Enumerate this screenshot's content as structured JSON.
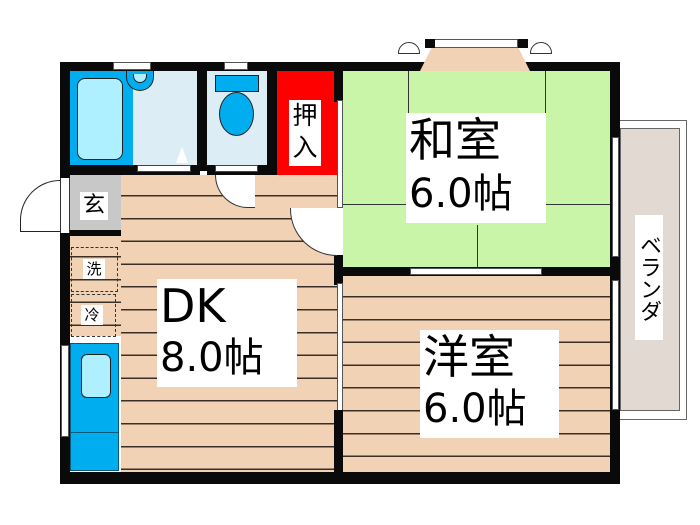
{
  "floorplan": {
    "rooms": {
      "washitsu": {
        "name": "和室",
        "size": "6.0帖"
      },
      "yoshitsu": {
        "name": "洋室",
        "size": "6.0帖"
      },
      "dk": {
        "name": "DK",
        "size": "8.0帖"
      },
      "closet": {
        "line1": "押",
        "line2": "入"
      },
      "genkan": {
        "label": "玄"
      },
      "veranda": {
        "label": "ベランダ"
      },
      "washer": {
        "label": "洗"
      },
      "fridge": {
        "label": "冷"
      }
    },
    "colors": {
      "wall": "#0a0a0a",
      "tatami": "#c8f5a8",
      "flooring": "#f2d2b4",
      "closet": "#ff0000",
      "bath_blue": "#00aeef",
      "bath_light": "#aef0ff",
      "wet_area": "#dcedf5",
      "genkan": "#c8c8c8",
      "veranda": "#e2dad2"
    }
  }
}
